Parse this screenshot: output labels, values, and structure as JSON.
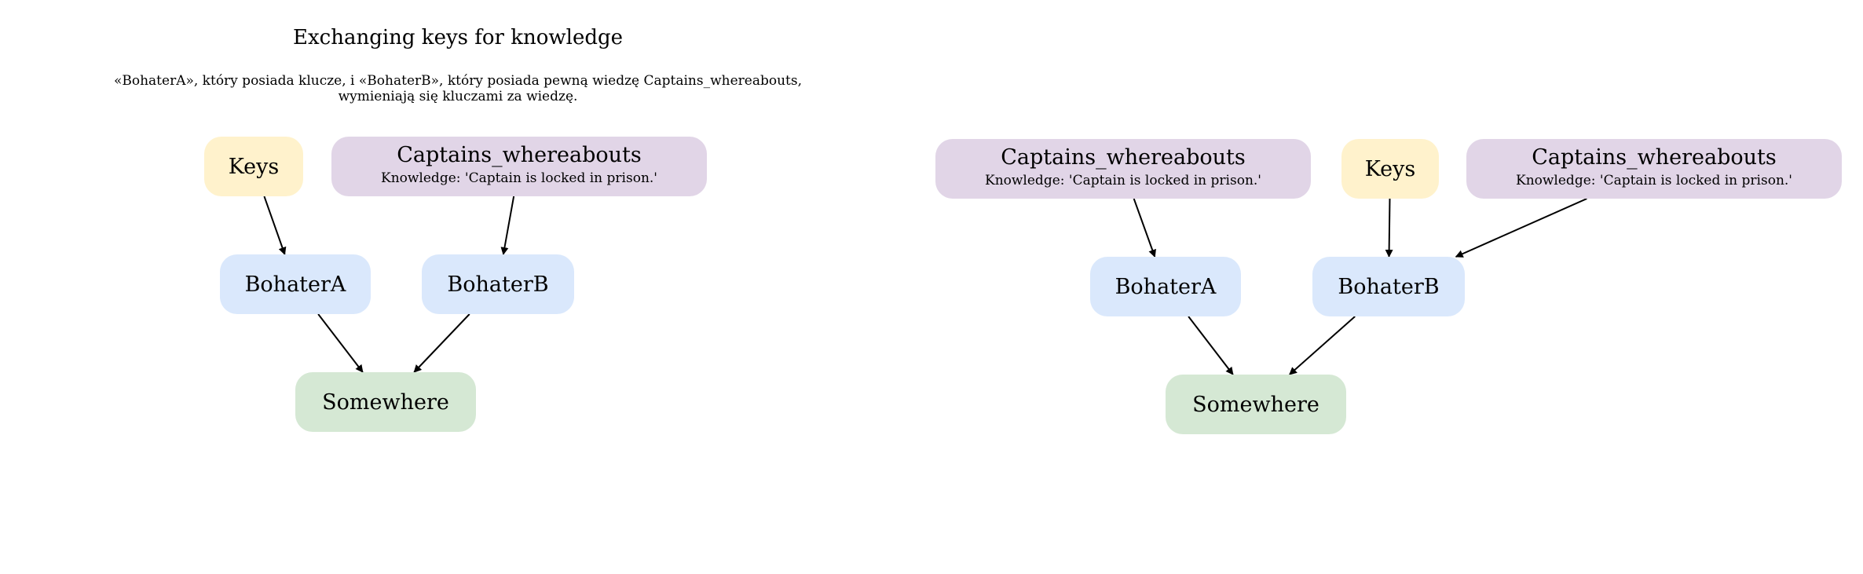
{
  "title": "Exchanging keys for knowledge",
  "subtitle": [
    "«BohaterA», który posiada klucze, i «BohaterB», który posiada pewną wiedzę Captains_whereabouts,",
    "wymieniają się kluczami za wiedzę."
  ],
  "colors": {
    "item": "#fff2cc",
    "knowledge": "#e1d5e7",
    "character": "#dae8fc",
    "location": "#d5e8d4",
    "edge": "#000000"
  },
  "diagrams": [
    {
      "id": "before",
      "nodes": [
        {
          "id": "keys",
          "kind": "item",
          "label": "Keys"
        },
        {
          "id": "kn",
          "kind": "knowledge",
          "label": "Captains_whereabouts",
          "sublabel": "Knowledge: 'Captain is locked in prison.'"
        },
        {
          "id": "ba",
          "kind": "character",
          "label": "BohaterA"
        },
        {
          "id": "bb",
          "kind": "character",
          "label": "BohaterB"
        },
        {
          "id": "loc",
          "kind": "location",
          "label": "Somewhere"
        }
      ],
      "edges": [
        {
          "from": "keys",
          "to": "ba"
        },
        {
          "from": "kn",
          "to": "bb"
        },
        {
          "from": "ba",
          "to": "loc"
        },
        {
          "from": "bb",
          "to": "loc"
        }
      ]
    },
    {
      "id": "after",
      "nodes": [
        {
          "id": "kn1",
          "kind": "knowledge",
          "label": "Captains_whereabouts",
          "sublabel": "Knowledge: 'Captain is locked in prison.'"
        },
        {
          "id": "keys",
          "kind": "item",
          "label": "Keys"
        },
        {
          "id": "kn2",
          "kind": "knowledge",
          "label": "Captains_whereabouts",
          "sublabel": "Knowledge: 'Captain is locked in prison.'"
        },
        {
          "id": "ba",
          "kind": "character",
          "label": "BohaterA"
        },
        {
          "id": "bb",
          "kind": "character",
          "label": "BohaterB"
        },
        {
          "id": "loc",
          "kind": "location",
          "label": "Somewhere"
        }
      ],
      "edges": [
        {
          "from": "kn1",
          "to": "ba"
        },
        {
          "from": "keys",
          "to": "bb"
        },
        {
          "from": "kn2",
          "to": "bb"
        },
        {
          "from": "ba",
          "to": "loc"
        },
        {
          "from": "bb",
          "to": "loc"
        }
      ]
    }
  ]
}
